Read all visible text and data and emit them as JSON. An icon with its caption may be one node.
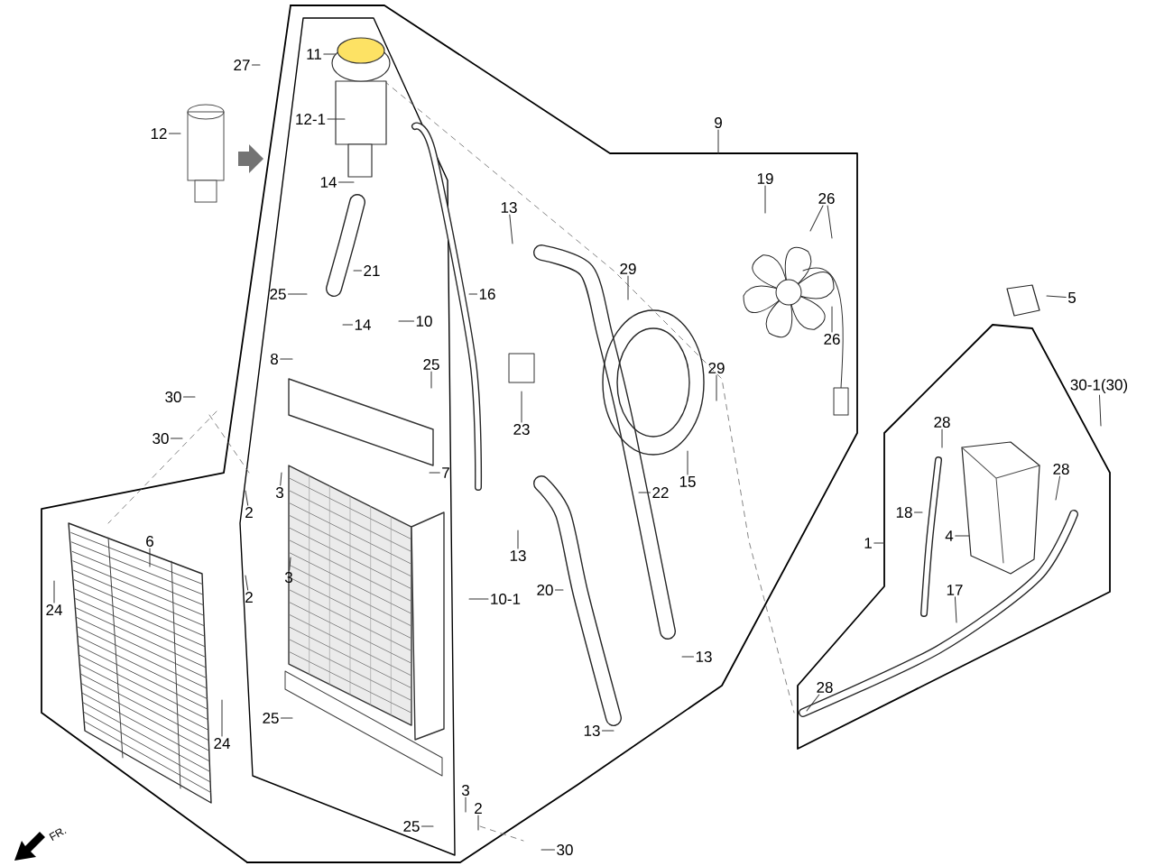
{
  "diagram": {
    "nodes": [
      {
        "text": [
          "11"
        ]
      },
      {
        "text": [
          "27"
        ]
      },
      {
        "text": [
          "12-1"
        ]
      },
      {
        "text": [
          "12"
        ]
      },
      {
        "text": [
          "9"
        ]
      },
      {
        "text": [
          "14"
        ]
      },
      {
        "text": [
          "19"
        ]
      },
      {
        "text": [
          "26"
        ]
      },
      {
        "text": [
          "13"
        ]
      },
      {
        "text": [
          "29"
        ]
      },
      {
        "text": [
          "21"
        ]
      },
      {
        "text": [
          "25"
        ]
      },
      {
        "text": [
          "14"
        ]
      },
      {
        "text": [
          "10"
        ]
      },
      {
        "text": [
          "16"
        ]
      },
      {
        "text": [
          "5"
        ]
      },
      {
        "text": [
          "26"
        ]
      },
      {
        "text": [
          "8"
        ]
      },
      {
        "text": [
          "25"
        ]
      },
      {
        "text": [
          "29"
        ]
      },
      {
        "text": [
          "30"
        ]
      },
      {
        "text": [
          "23"
        ]
      },
      {
        "text": [
          "30"
        ]
      },
      {
        "text": [
          "15"
        ]
      },
      {
        "text": [
          "30-1(30)"
        ]
      },
      {
        "text": [
          "28"
        ]
      },
      {
        "text": [
          "7"
        ]
      },
      {
        "text": [
          "3"
        ]
      },
      {
        "text": [
          "2"
        ]
      },
      {
        "text": [
          "28"
        ]
      },
      {
        "text": [
          "22"
        ]
      },
      {
        "text": [
          "18"
        ]
      },
      {
        "text": [
          "1"
        ]
      },
      {
        "text": [
          "4"
        ]
      },
      {
        "text": [
          "6"
        ]
      },
      {
        "text": [
          "3"
        ]
      },
      {
        "text": [
          "2"
        ]
      },
      {
        "text": [
          "13"
        ]
      },
      {
        "text": [
          "10-1"
        ]
      },
      {
        "text": [
          "20"
        ]
      },
      {
        "text": [
          "17"
        ]
      },
      {
        "text": [
          "24"
        ]
      },
      {
        "text": [
          "13"
        ]
      },
      {
        "text": [
          "25"
        ]
      },
      {
        "text": [
          "24"
        ]
      },
      {
        "text": [
          "28"
        ]
      },
      {
        "text": [
          "13"
        ]
      },
      {
        "text": [
          "3"
        ]
      },
      {
        "text": [
          "2"
        ]
      },
      {
        "text": [
          "25"
        ]
      },
      {
        "text": [
          "30"
        ]
      }
    ],
    "edges": [
      {
        "from": 0,
        "to": null,
        "arrow": "none"
      },
      {
        "from": 1,
        "to": null,
        "arrow": "none"
      },
      {
        "from": 2,
        "to": null,
        "arrow": "none"
      },
      {
        "from": 3,
        "to": null,
        "arrow": "none"
      },
      {
        "from": 4,
        "to": null,
        "arrow": "none"
      },
      {
        "from": 5,
        "to": null,
        "arrow": "none"
      },
      {
        "from": 6,
        "to": null,
        "arrow": "none"
      },
      {
        "from": 7,
        "to": null,
        "arrow": "none"
      },
      {
        "from": 7,
        "to": null,
        "arrow": "none"
      },
      {
        "from": 8,
        "to": null,
        "arrow": "none"
      },
      {
        "from": 9,
        "to": null,
        "arrow": "none"
      },
      {
        "from": 10,
        "to": null,
        "arrow": "none"
      },
      {
        "from": 11,
        "to": null,
        "arrow": "none"
      },
      {
        "from": 12,
        "to": null,
        "arrow": "none"
      },
      {
        "from": 13,
        "to": null,
        "arrow": "none"
      },
      {
        "from": 14,
        "to": null,
        "arrow": "none"
      },
      {
        "from": 15,
        "to": null,
        "arrow": "none"
      },
      {
        "from": 16,
        "to": null,
        "arrow": "none"
      },
      {
        "from": 17,
        "to": null,
        "arrow": "none"
      },
      {
        "from": 18,
        "to": null,
        "arrow": "none"
      },
      {
        "from": 19,
        "to": null,
        "arrow": "none"
      },
      {
        "from": 20,
        "to": null,
        "arrow": "none"
      },
      {
        "from": 21,
        "to": null,
        "arrow": "none"
      },
      {
        "from": 22,
        "to": null,
        "arrow": "none"
      },
      {
        "from": 23,
        "to": null,
        "arrow": "none"
      },
      {
        "from": 24,
        "to": null,
        "arrow": "none"
      },
      {
        "from": 25,
        "to": null,
        "arrow": "none"
      },
      {
        "from": 26,
        "to": null,
        "arrow": "none"
      },
      {
        "from": 27,
        "to": null,
        "arrow": "none"
      },
      {
        "from": 28,
        "to": null,
        "arrow": "none"
      },
      {
        "from": 29,
        "to": null,
        "arrow": "none"
      },
      {
        "from": 30,
        "to": null,
        "arrow": "none"
      },
      {
        "from": 31,
        "to": null,
        "arrow": "none"
      },
      {
        "from": 32,
        "to": null,
        "arrow": "none"
      },
      {
        "from": 33,
        "to": null,
        "arrow": "none"
      },
      {
        "from": 34,
        "to": null,
        "arrow": "none"
      },
      {
        "from": 35,
        "to": null,
        "arrow": "none"
      },
      {
        "from": 36,
        "to": null,
        "arrow": "none"
      },
      {
        "from": 37,
        "to": null,
        "arrow": "none"
      },
      {
        "from": 38,
        "to": null,
        "arrow": "none"
      },
      {
        "from": 39,
        "to": null,
        "arrow": "none"
      },
      {
        "from": 40,
        "to": null,
        "arrow": "none"
      },
      {
        "from": 41,
        "to": null,
        "arrow": "none"
      },
      {
        "from": 42,
        "to": null,
        "arrow": "none"
      },
      {
        "from": 43,
        "to": null,
        "arrow": "none"
      },
      {
        "from": 44,
        "to": null,
        "arrow": "none"
      },
      {
        "from": 45,
        "to": null,
        "arrow": "none"
      },
      {
        "from": 46,
        "to": null,
        "arrow": "none"
      },
      {
        "from": 47,
        "to": null,
        "arrow": "none"
      },
      {
        "from": 48,
        "to": null,
        "arrow": "none"
      },
      {
        "from": 49,
        "to": null,
        "arrow": "none"
      },
      {
        "from": 50,
        "to": null,
        "arrow": "none"
      }
    ],
    "labels": [
      "FR."
    ]
  }
}
